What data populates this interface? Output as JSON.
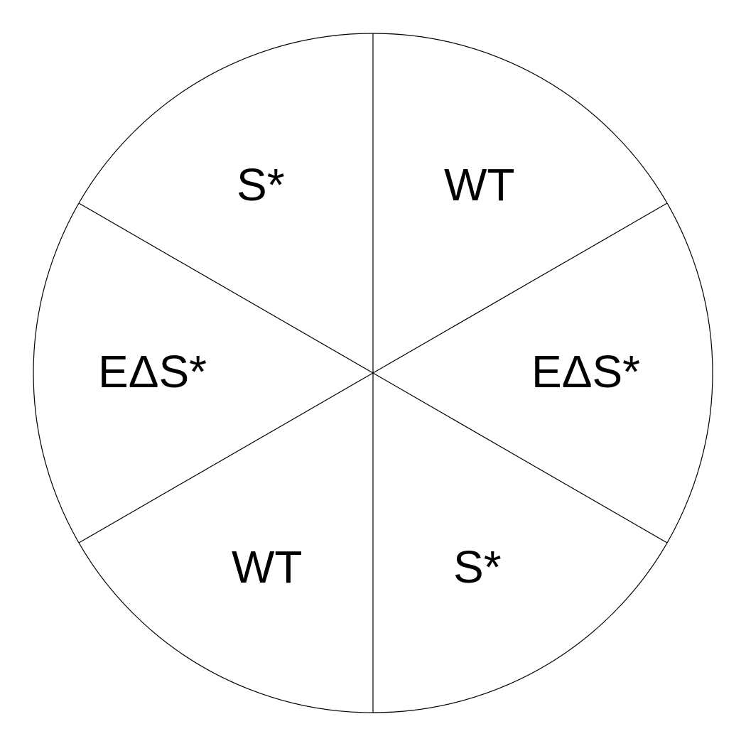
{
  "diagram": {
    "sectors": [
      {
        "label": "WT"
      },
      {
        "label": "EΔS*"
      },
      {
        "label": "S*"
      },
      {
        "label": "WT"
      },
      {
        "label": "EΔS*"
      },
      {
        "label": "S*"
      }
    ]
  },
  "colors": {
    "line": "#000000",
    "background": "#ffffff",
    "text": "#000000"
  }
}
